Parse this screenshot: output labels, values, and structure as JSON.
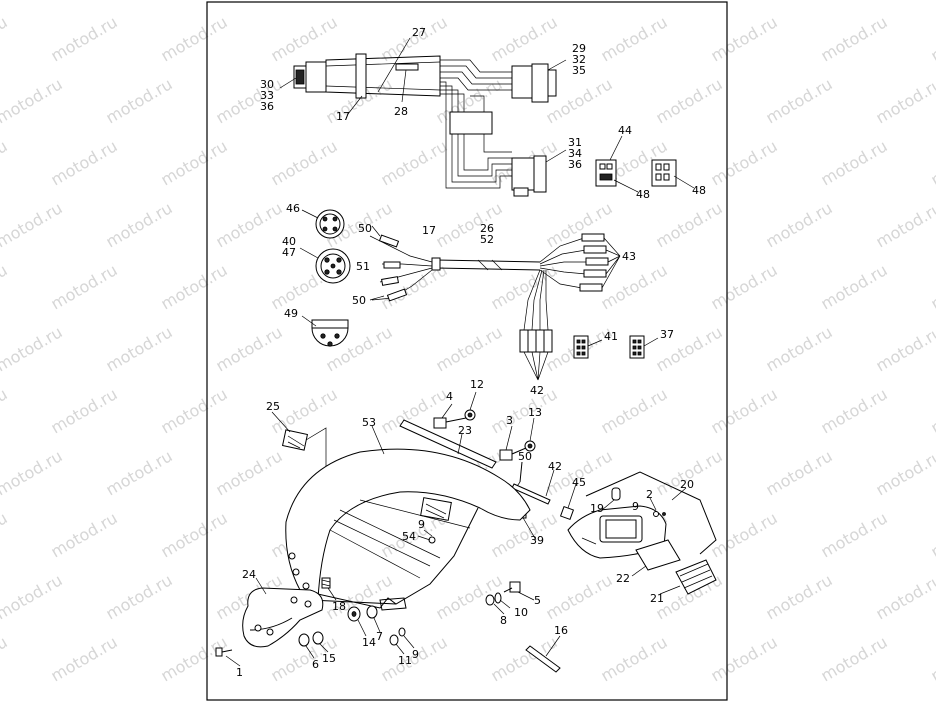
{
  "watermark": "motod.ru",
  "callouts": {
    "c27": "27",
    "c29": "29",
    "c32": "32",
    "c35": "35",
    "c30": "30",
    "c33": "33",
    "c36a": "36",
    "c17a": "17",
    "c28": "28",
    "c31": "31",
    "c34": "34",
    "c36b": "36",
    "c44": "44",
    "c48a": "48",
    "c48b": "48",
    "c46": "46",
    "c40": "40",
    "c47": "47",
    "c50a": "50",
    "c17b": "17",
    "c26": "26",
    "c52": "52",
    "c51": "51",
    "c50b": "50",
    "c43": "43",
    "c49": "49",
    "c41": "41",
    "c37": "37",
    "c42a": "42",
    "c4": "4",
    "c12": "12",
    "c25": "25",
    "c53": "53",
    "c3": "3",
    "c13": "13",
    "c23": "23",
    "c50c": "50",
    "c42b": "42",
    "c45": "45",
    "c20": "20",
    "c2": "2",
    "c19": "19",
    "c9a": "9",
    "c9b": "9",
    "c54": "54",
    "c39": "39",
    "c22": "22",
    "c21": "21",
    "c24": "24",
    "c18": "18",
    "c7": "7",
    "c5": "5",
    "c10": "10",
    "c8": "8",
    "c14": "14",
    "c6": "6",
    "c15": "15",
    "c11": "11",
    "c9c": "9",
    "c16": "16",
    "c1": "1"
  }
}
